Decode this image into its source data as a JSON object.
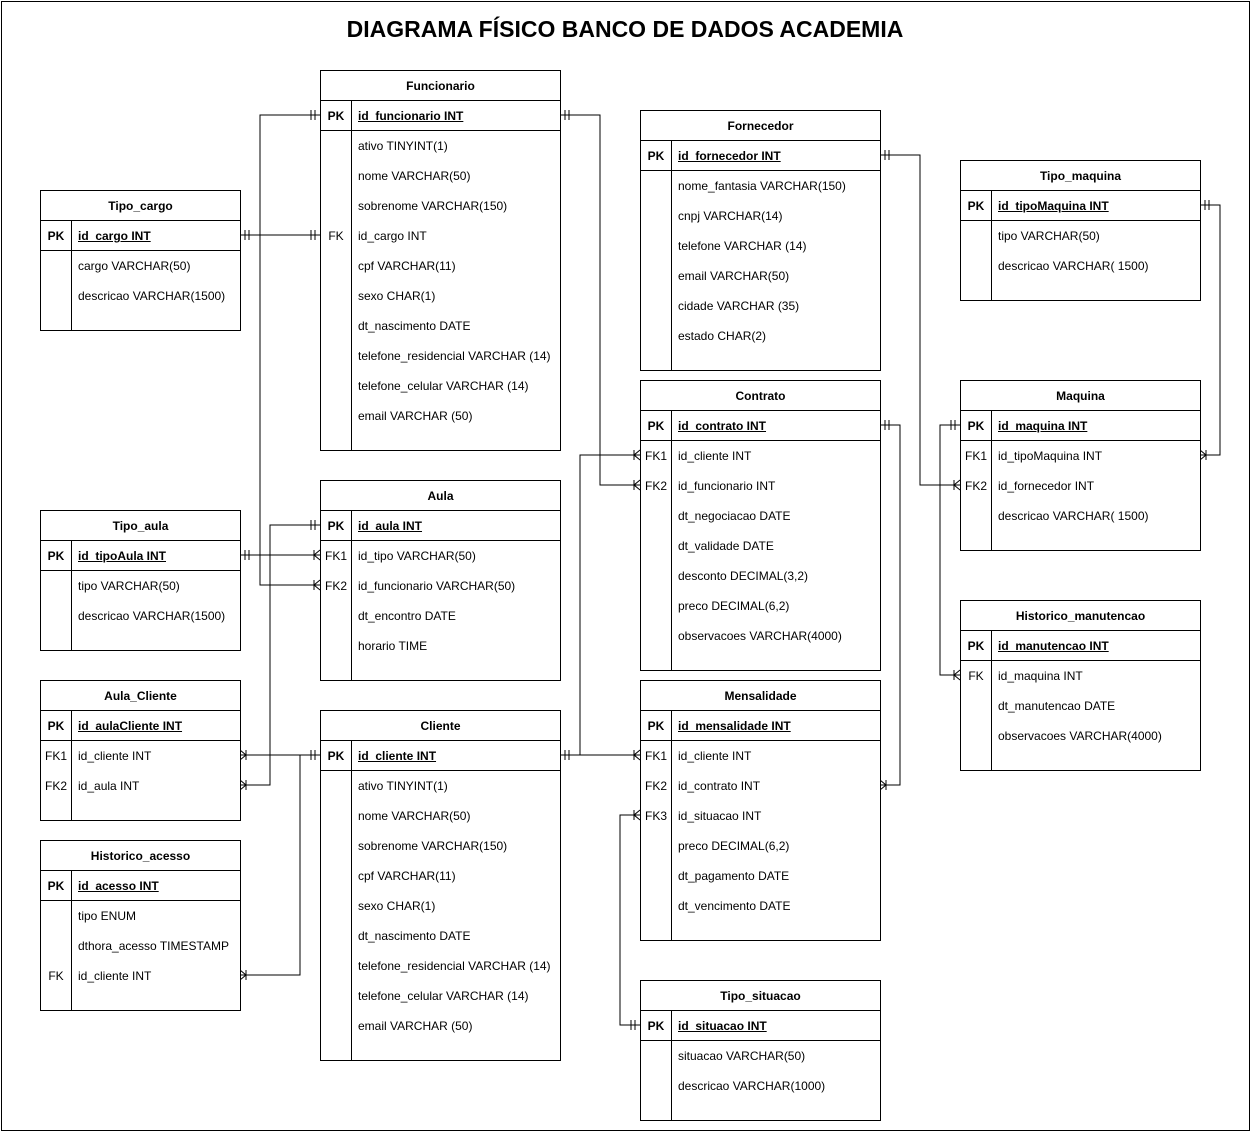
{
  "title": "DIAGRAMA FÍSICO BANCO DE DADOS ACADEMIA",
  "entities": [
    {
      "id": "funcionario",
      "name": "Funcionario",
      "rows": [
        {
          "key": "PK",
          "name": "id_funcionario INT"
        },
        {
          "key": "",
          "name": "ativo TINYINT(1)"
        },
        {
          "key": "",
          "name": "nome VARCHAR(50)"
        },
        {
          "key": "",
          "name": "sobrenome VARCHAR(150)"
        },
        {
          "key": "FK",
          "name": "id_cargo INT"
        },
        {
          "key": "",
          "name": "cpf VARCHAR(11)"
        },
        {
          "key": "",
          "name": "sexo CHAR(1)"
        },
        {
          "key": "",
          "name": "dt_nascimento DATE"
        },
        {
          "key": "",
          "name": "telefone_residencial VARCHAR (14)"
        },
        {
          "key": "",
          "name": "telefone_celular VARCHAR (14)"
        },
        {
          "key": "",
          "name": "email VARCHAR (50)"
        }
      ]
    },
    {
      "id": "fornecedor",
      "name": "Fornecedor",
      "rows": [
        {
          "key": "PK",
          "name": "id_fornecedor INT"
        },
        {
          "key": "",
          "name": "nome_fantasia VARCHAR(150)"
        },
        {
          "key": "",
          "name": "cnpj VARCHAR(14)"
        },
        {
          "key": "",
          "name": "telefone VARCHAR (14)"
        },
        {
          "key": "",
          "name": "email VARCHAR(50)"
        },
        {
          "key": "",
          "name": "cidade VARCHAR (35)"
        },
        {
          "key": "",
          "name": "estado CHAR(2)"
        }
      ]
    },
    {
      "id": "tipo_maquina",
      "name": "Tipo_maquina",
      "rows": [
        {
          "key": "PK",
          "name": "id_tipoMaquina INT"
        },
        {
          "key": "",
          "name": "tipo VARCHAR(50)"
        },
        {
          "key": "",
          "name": "descricao VARCHAR( 1500)"
        }
      ]
    },
    {
      "id": "tipo_cargo",
      "name": "Tipo_cargo",
      "rows": [
        {
          "key": "PK",
          "name": "id_cargo INT"
        },
        {
          "key": "",
          "name": "cargo VARCHAR(50)"
        },
        {
          "key": "",
          "name": "descricao VARCHAR(1500)"
        }
      ]
    },
    {
      "id": "contrato",
      "name": "Contrato",
      "rows": [
        {
          "key": "PK",
          "name": "id_contrato INT"
        },
        {
          "key": "FK1",
          "name": "id_cliente INT"
        },
        {
          "key": "FK2",
          "name": "id_funcionario INT"
        },
        {
          "key": "",
          "name": "dt_negociacao DATE"
        },
        {
          "key": "",
          "name": "dt_validade DATE"
        },
        {
          "key": "",
          "name": "desconto DECIMAL(3,2)"
        },
        {
          "key": "",
          "name": "preco DECIMAL(6,2)"
        },
        {
          "key": "",
          "name": "observacoes VARCHAR(4000)"
        }
      ]
    },
    {
      "id": "maquina",
      "name": "Maquina",
      "rows": [
        {
          "key": "PK",
          "name": "id_maquina INT"
        },
        {
          "key": "FK1",
          "name": "id_tipoMaquina INT"
        },
        {
          "key": "FK2",
          "name": "id_fornecedor INT"
        },
        {
          "key": "",
          "name": "descricao VARCHAR( 1500)"
        }
      ]
    },
    {
      "id": "aula",
      "name": "Aula",
      "rows": [
        {
          "key": "PK",
          "name": "id_aula INT"
        },
        {
          "key": "FK1",
          "name": "id_tipo VARCHAR(50)"
        },
        {
          "key": "FK2",
          "name": "id_funcionario VARCHAR(50)"
        },
        {
          "key": "",
          "name": "dt_encontro DATE"
        },
        {
          "key": "",
          "name": "horario TIME"
        }
      ]
    },
    {
      "id": "tipo_aula",
      "name": "Tipo_aula",
      "rows": [
        {
          "key": "PK",
          "name": "id_tipoAula INT"
        },
        {
          "key": "",
          "name": "tipo VARCHAR(50)"
        },
        {
          "key": "",
          "name": "descricao VARCHAR(1500)"
        }
      ]
    },
    {
      "id": "historico_manutencao",
      "name": "Historico_manutencao",
      "rows": [
        {
          "key": "PK",
          "name": "id_manutencao INT"
        },
        {
          "key": "FK",
          "name": "id_maquina INT"
        },
        {
          "key": "",
          "name": "dt_manutencao DATE"
        },
        {
          "key": "",
          "name": "observacoes VARCHAR(4000)"
        }
      ]
    },
    {
      "id": "aula_cliente",
      "name": "Aula_Cliente",
      "rows": [
        {
          "key": "PK",
          "name": "id_aulaCliente INT"
        },
        {
          "key": "FK1",
          "name": "id_cliente INT"
        },
        {
          "key": "FK2",
          "name": "id_aula INT"
        }
      ]
    },
    {
      "id": "cliente",
      "name": "Cliente",
      "rows": [
        {
          "key": "PK",
          "name": "id_cliente INT"
        },
        {
          "key": "",
          "name": "ativo TINYINT(1)"
        },
        {
          "key": "",
          "name": "nome VARCHAR(50)"
        },
        {
          "key": "",
          "name": "sobrenome VARCHAR(150)"
        },
        {
          "key": "",
          "name": "cpf VARCHAR(11)"
        },
        {
          "key": "",
          "name": "sexo CHAR(1)"
        },
        {
          "key": "",
          "name": "dt_nascimento DATE"
        },
        {
          "key": "",
          "name": "telefone_residencial VARCHAR (14)"
        },
        {
          "key": "",
          "name": "telefone_celular VARCHAR (14)"
        },
        {
          "key": "",
          "name": "email VARCHAR (50)"
        }
      ]
    },
    {
      "id": "mensalidade",
      "name": "Mensalidade",
      "rows": [
        {
          "key": "PK",
          "name": "id_mensalidade INT"
        },
        {
          "key": "FK1",
          "name": "id_cliente INT"
        },
        {
          "key": "FK2",
          "name": "id_contrato INT"
        },
        {
          "key": "FK3",
          "name": "id_situacao INT"
        },
        {
          "key": "",
          "name": "preco DECIMAL(6,2)"
        },
        {
          "key": "",
          "name": "dt_pagamento DATE"
        },
        {
          "key": "",
          "name": "dt_vencimento DATE"
        }
      ]
    },
    {
      "id": "historico_acesso",
      "name": "Historico_acesso",
      "rows": [
        {
          "key": "PK",
          "name": "id_acesso INT"
        },
        {
          "key": "",
          "name": "tipo ENUM"
        },
        {
          "key": "",
          "name": "dthora_acesso TIMESTAMP"
        },
        {
          "key": "FK",
          "name": "id_cliente INT"
        }
      ]
    },
    {
      "id": "tipo_situacao",
      "name": "Tipo_situacao",
      "rows": [
        {
          "key": "PK",
          "name": "id_situacao INT"
        },
        {
          "key": "",
          "name": "situacao VARCHAR(50)"
        },
        {
          "key": "",
          "name": "descricao VARCHAR(1000)"
        }
      ]
    }
  ],
  "relationships": [
    {
      "from": "tipo_cargo.id_cargo",
      "to": "funcionario.id_cargo",
      "cardinality": "one-to-one"
    },
    {
      "from": "funcionario.id_funcionario",
      "to": "contrato.id_funcionario",
      "cardinality": "one-to-many"
    },
    {
      "from": "funcionario.id_funcionario",
      "to": "aula.id_funcionario",
      "cardinality": "one-to-many"
    },
    {
      "from": "tipo_aula.id_tipoAula",
      "to": "aula.id_tipo",
      "cardinality": "one-to-many"
    },
    {
      "from": "aula.id_aula",
      "to": "aula_cliente.id_aula",
      "cardinality": "one-to-many"
    },
    {
      "from": "cliente.id_cliente",
      "to": "aula_cliente.id_cliente",
      "cardinality": "one-to-many"
    },
    {
      "from": "cliente.id_cliente",
      "to": "historico_acesso.id_cliente",
      "cardinality": "one-to-many"
    },
    {
      "from": "cliente.id_cliente",
      "to": "contrato.id_cliente",
      "cardinality": "one-to-many"
    },
    {
      "from": "cliente.id_cliente",
      "to": "mensalidade.id_cliente",
      "cardinality": "one-to-many"
    },
    {
      "from": "contrato.id_contrato",
      "to": "mensalidade.id_contrato",
      "cardinality": "one-to-many"
    },
    {
      "from": "tipo_situacao.id_situacao",
      "to": "mensalidade.id_situacao",
      "cardinality": "one-to-many"
    },
    {
      "from": "fornecedor.id_fornecedor",
      "to": "maquina.id_fornecedor",
      "cardinality": "one-to-many"
    },
    {
      "from": "tipo_maquina.id_tipoMaquina",
      "to": "maquina.id_tipoMaquina",
      "cardinality": "one-to-many"
    },
    {
      "from": "maquina.id_maquina",
      "to": "historico_manutencao.id_maquina",
      "cardinality": "one-to-many"
    }
  ]
}
